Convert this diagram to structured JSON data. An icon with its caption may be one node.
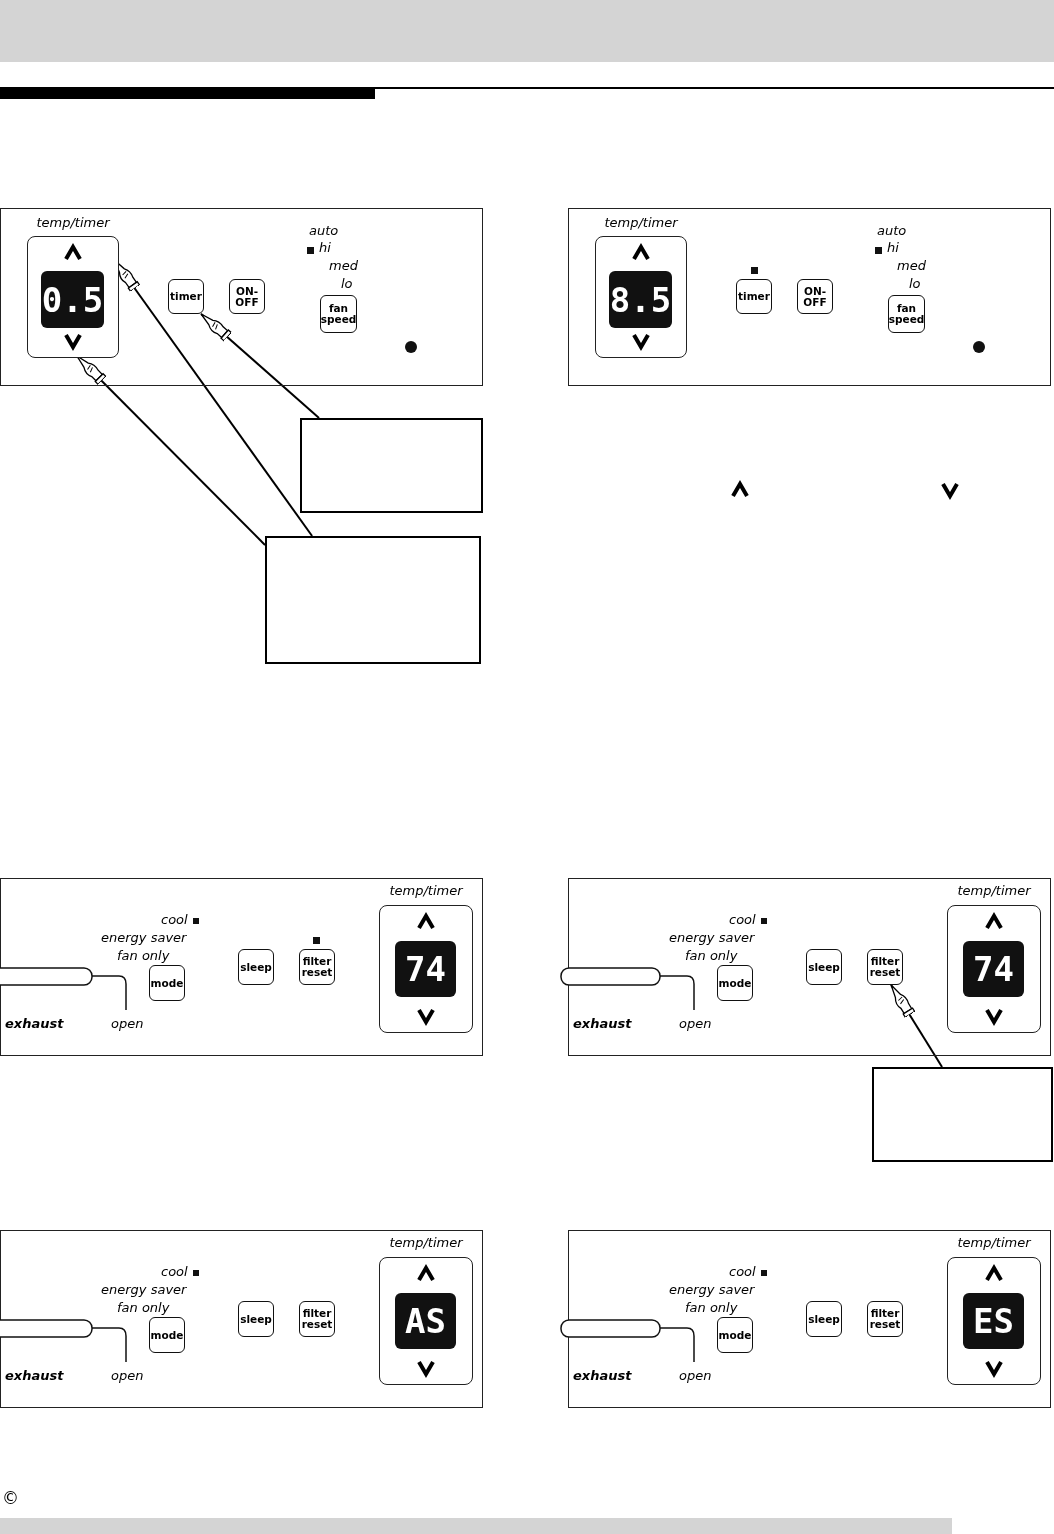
{
  "diagram": {
    "nodes": [
      {
        "text": [],
        "shape": "box"
      },
      {
        "text": [
          "temp/timer"
        ],
        "in": 0
      },
      {
        "text": [
          "0.5"
        ],
        "in": 1
      },
      {
        "text": [],
        "shape": "chevron",
        "in": 1
      },
      {
        "text": [],
        "shape": "chevron",
        "in": 1
      },
      {
        "text": [
          "timer"
        ],
        "in": 0
      },
      {
        "text": [
          "ON- OFF"
        ],
        "in": 0
      },
      {
        "text": [
          "fan speed"
        ],
        "in": 0
      },
      {
        "text": [],
        "shape": "box"
      },
      {
        "text": [],
        "shape": "box"
      },
      {
        "text": [],
        "shape": "box"
      },
      {
        "text": [
          "temp/timer"
        ],
        "in": 10
      },
      {
        "text": [
          "8.5"
        ],
        "in": 11
      },
      {
        "text": [],
        "shape": "chevron",
        "in": 11
      },
      {
        "text": [],
        "shape": "chevron",
        "in": 11
      },
      {
        "text": [
          "timer"
        ],
        "in": 10
      },
      {
        "text": [
          "ON- OFF"
        ],
        "in": 10
      },
      {
        "text": [
          "fan speed"
        ],
        "in": 10
      },
      {
        "text": [],
        "shape": "box"
      },
      {
        "text": [
          "mode"
        ],
        "in": 18
      },
      {
        "text": [
          "sleep"
        ],
        "in": 18
      },
      {
        "text": [
          "filter reset"
        ],
        "in": 18
      },
      {
        "text": [
          "temp/timer"
        ],
        "in": 18
      },
      {
        "text": [
          "74"
        ],
        "in": 22
      },
      {
        "text": [],
        "shape": "chevron",
        "in": 22
      },
      {
        "text": [],
        "shape": "chevron",
        "in": 22
      },
      {
        "text": [],
        "shape": "box"
      },
      {
        "text": [
          "mode"
        ],
        "in": 26
      },
      {
        "text": [
          "sleep"
        ],
        "in": 26
      },
      {
        "text": [
          "filter reset"
        ],
        "in": 26
      },
      {
        "text": [
          "temp/timer"
        ],
        "in": 26
      },
      {
        "text": [
          "74"
        ],
        "in": 30
      },
      {
        "text": [],
        "shape": "chevron",
        "in": 30
      },
      {
        "text": [],
        "shape": "chevron",
        "in": 30
      },
      {
        "text": [],
        "shape": "box"
      },
      {
        "text": [],
        "shape": "box"
      },
      {
        "text": [
          "mode"
        ],
        "in": 35
      },
      {
        "text": [
          "sleep"
        ],
        "in": 35
      },
      {
        "text": [
          "filter reset"
        ],
        "in": 35
      },
      {
        "text": [
          "temp/timer"
        ],
        "in": 35
      },
      {
        "text": [
          "AS"
        ],
        "in": 39
      },
      {
        "text": [],
        "shape": "chevron",
        "in": 39
      },
      {
        "text": [],
        "shape": "chevron",
        "in": 39
      },
      {
        "text": [],
        "shape": "box"
      },
      {
        "text": [
          "mode"
        ],
        "in": 43
      },
      {
        "text": [
          "sleep"
        ],
        "in": 43
      },
      {
        "text": [
          "filter reset"
        ],
        "in": 43
      },
      {
        "text": [
          "temp/timer"
        ],
        "in": 43
      },
      {
        "text": [
          "ES"
        ],
        "in": 47
      },
      {
        "text": [],
        "shape": "chevron",
        "in": 47
      },
      {
        "text": [],
        "shape": "chevron",
        "in": 47
      }
    ],
    "edges": [
      {
        "from": 8,
        "to": 5,
        "arrow": "to"
      },
      {
        "from": 9,
        "to": 3,
        "arrow": "to"
      },
      {
        "from": 9,
        "to": 4,
        "arrow": "to"
      },
      {
        "from": 34,
        "to": 29,
        "arrow": "to"
      }
    ],
    "labels": [
      "auto",
      "hi",
      "med",
      "lo",
      "auto",
      "hi",
      "med",
      "lo",
      "cool",
      "energy saver",
      "fan only",
      "exhaust",
      "open",
      "cool",
      "energy saver",
      "fan only",
      "exhaust",
      "open",
      "cool",
      "energy saver",
      "fan only",
      "exhaust",
      "open",
      "cool",
      "energy saver",
      "fan only",
      "exhaust",
      "open",
      "©"
    ]
  }
}
